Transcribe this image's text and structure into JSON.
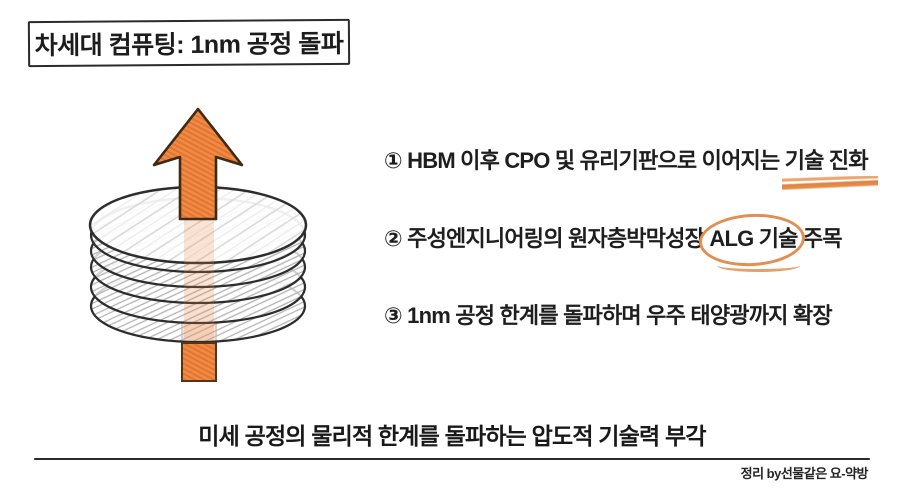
{
  "title": {
    "text": "차세대 컴퓨팅: 1nm 공정 돌파"
  },
  "bullets": {
    "item1": {
      "prefix": "① HBM 이후 CPO 및 유리기판으로 이어지는 ",
      "underlined": "기술 진화"
    },
    "item2": {
      "prefix": "② 주성엔지니어링의 원자층박막성장 ",
      "circled": "ALG 기술",
      "suffix": " 주목"
    },
    "item3": {
      "text": "③ 1nm 공정 한계를 돌파하며 우주 태양광까지 확장"
    }
  },
  "summary": {
    "text": "미세 공정의 물리적 한계를 돌파하는 압도적 기술력 부각"
  },
  "footer": {
    "credit": "정리 by선물같은 요-약방"
  },
  "illustration": {
    "name": "stacked-wafer-disks-pierced-by-upward-arrow"
  },
  "colors": {
    "accent_orange": "#ef8440",
    "marker_orange": "#e18f50",
    "ink": "#1f1f1f",
    "paper": "#ffffff"
  }
}
